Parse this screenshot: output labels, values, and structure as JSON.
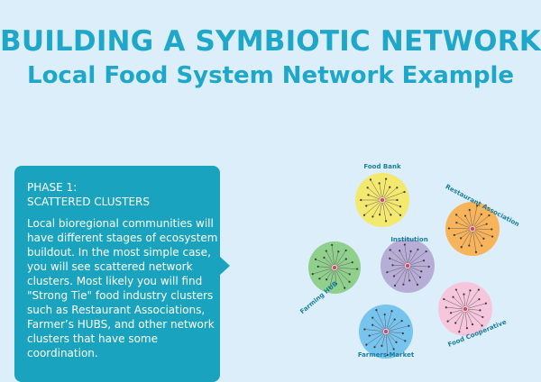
{
  "header": {
    "title": "BUILDING A SYMBIOTIC NETWORK",
    "subtitle": "Local Food System Network Example"
  },
  "phase": {
    "line1": "PHASE 1:",
    "line2": "SCATTERED CLUSTERS",
    "body": "Local bioregional communities will have different stages of  ecosystem buildout.  In the most simple case, you will see scattered network clusters.  Most likely you will find \"Strong Tie\" food industry clusters such as Restaurant Associations, Farmer’s HUBS, and other network clusters that have some coordination."
  },
  "clusters": [
    {
      "id": "food-bank",
      "label": "Food Bank",
      "color": "#f3e96e"
    },
    {
      "id": "restaurant-association",
      "label": "Restaurant Association",
      "color": "#f7b45a"
    },
    {
      "id": "institution",
      "label": "Institution",
      "color": "#b7aed8"
    },
    {
      "id": "farming-hub",
      "label": "Farming HUB",
      "color": "#8fd08c"
    },
    {
      "id": "food-cooperative",
      "label": "Food Cooperative",
      "color": "#f5c6dc"
    },
    {
      "id": "farmers-market",
      "label": "Farmers Market",
      "color": "#77c4ee"
    }
  ]
}
